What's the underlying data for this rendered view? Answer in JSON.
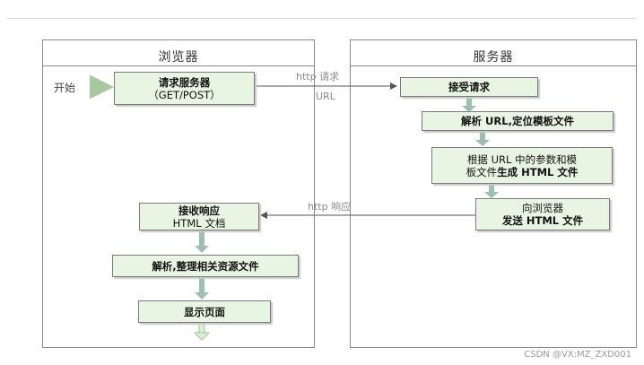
{
  "lanes": {
    "browser_title": "浏览器",
    "server_title": "服务器"
  },
  "browser": {
    "start_label": "开始",
    "request_title": "请求服务器",
    "request_sub": "（GET/POST）",
    "receive_title": "接收响应",
    "receive_sub": "HTML 文档",
    "parse_label": "解析,整理相关资源文件",
    "show_label": "显示页面"
  },
  "server": {
    "accept_label": "接受请求",
    "parse_url_label": "解析 URL,定位模板文件",
    "generate_line1": "根据 URL 中的参数和模",
    "generate_line2_normal": "板文件",
    "generate_line2_bold": "生成 HTML 文件",
    "send_line1": "向浏览器",
    "send_line2": "发送 HTML 文件"
  },
  "connectors": {
    "http_request": "http 请求",
    "url": "URL",
    "http_response": "http 响应"
  },
  "watermark": "CSDN @VX:MZ_ZXD001"
}
